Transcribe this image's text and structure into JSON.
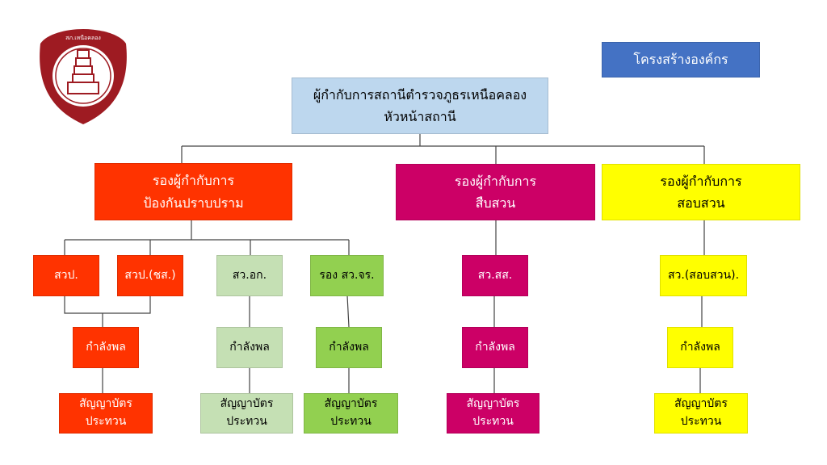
{
  "title": "โครงสร้างองค์กร",
  "logo": {
    "text": "สภ.เหนือคลอง"
  },
  "head": {
    "line1": "ผู้กำกับการสถานีตำรวจภูธรเหนือคลอง",
    "line2": "หัวหน้าสถานี"
  },
  "deputies": [
    {
      "line1": "รองผู้กำกับการ",
      "line2": "ป้องกันปราบปราม"
    },
    {
      "line1": "รองผู้กำกับการ",
      "line2": "สืบสวน"
    },
    {
      "line1": "รองผู้กำกับการ",
      "line2": "สอบสวน"
    }
  ],
  "inspectors": [
    "สวป.",
    "สวป.(ชส.)",
    "สว.อก.",
    "รอง สว.จร.",
    "สว.สส.",
    "สว.(สอบสวน)."
  ],
  "personnel_label": "กำลังพล",
  "commissioned": {
    "line1": "สัญญาบัตร",
    "line2": "ประทวน"
  },
  "colors": {
    "title": "#4472C4",
    "head": "#BDD7EE",
    "prevention": "#FF3300",
    "investigation": "#CC0066",
    "inquiry": "#FFFF00",
    "admin": "#C5E0B4",
    "traffic": "#92D050"
  }
}
